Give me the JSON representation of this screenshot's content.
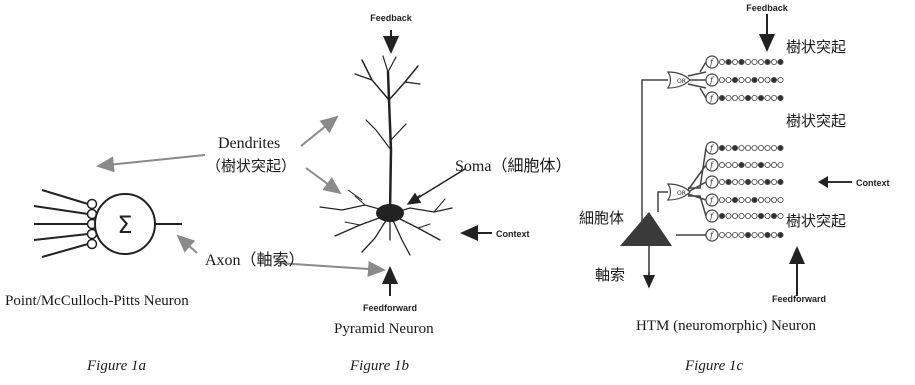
{
  "fig1a": {
    "sigma": "Σ",
    "dendrites_label": "Dendrites",
    "dendrites_jp": "（樹状突起）",
    "axon_label": "Axon（軸索）",
    "caption": "Point/McCulloch-Pitts Neuron",
    "figure_label": "Figure 1a"
  },
  "fig1b": {
    "feedback": "Feedback",
    "soma_label": "Soma（細胞体）",
    "context": "Context",
    "feedforward": "Feedforward",
    "caption": "Pyramid Neuron",
    "figure_label": "Figure 1b"
  },
  "fig1c": {
    "feedback": "Feedback",
    "dendrite_top": "樹状突起",
    "dendrite_mid": "樹状突起",
    "dendrite_low": "樹状突起",
    "context": "Context",
    "soma": "細胞体",
    "axon": "軸索",
    "feedforward": "Feedforward",
    "or_label": "OR",
    "caption": "HTM (neuromorphic) Neuron",
    "figure_label": "Figure 1c"
  }
}
